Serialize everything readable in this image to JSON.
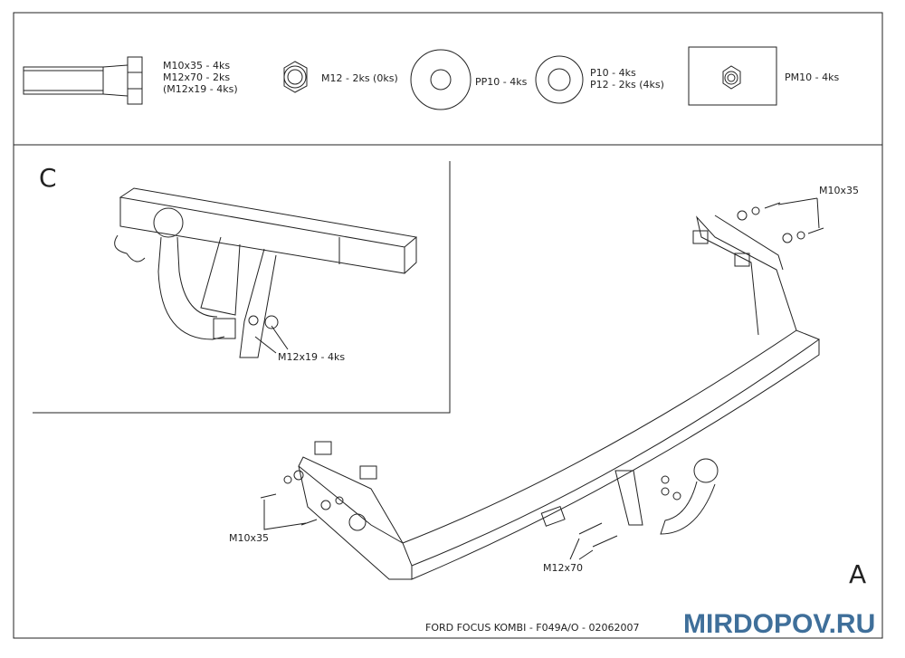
{
  "parts": {
    "bolt": [
      "M10x35 - 4ks",
      "M12x70 - 2ks",
      "(M12x19 - 4ks)"
    ],
    "nut": "M12 - 2ks (0ks)",
    "large_washer": "PP10 - 4ks",
    "washer": [
      "P10 - 4ks",
      "P12 - 2ks (4ks)"
    ],
    "lock_nut": "PM10 - 4ks"
  },
  "detail_c": {
    "label": "C",
    "callout": "M12x19 - 4ks"
  },
  "view_a": {
    "label": "A",
    "callout_right_bolts": "M10x35",
    "callout_left_bolts": "M10x35",
    "callout_ball_bolts": "M12x70"
  },
  "footer": "FORD FOCUS KOMBI - F049A/O - 02062007",
  "watermark": "MIRDOPOV.RU"
}
